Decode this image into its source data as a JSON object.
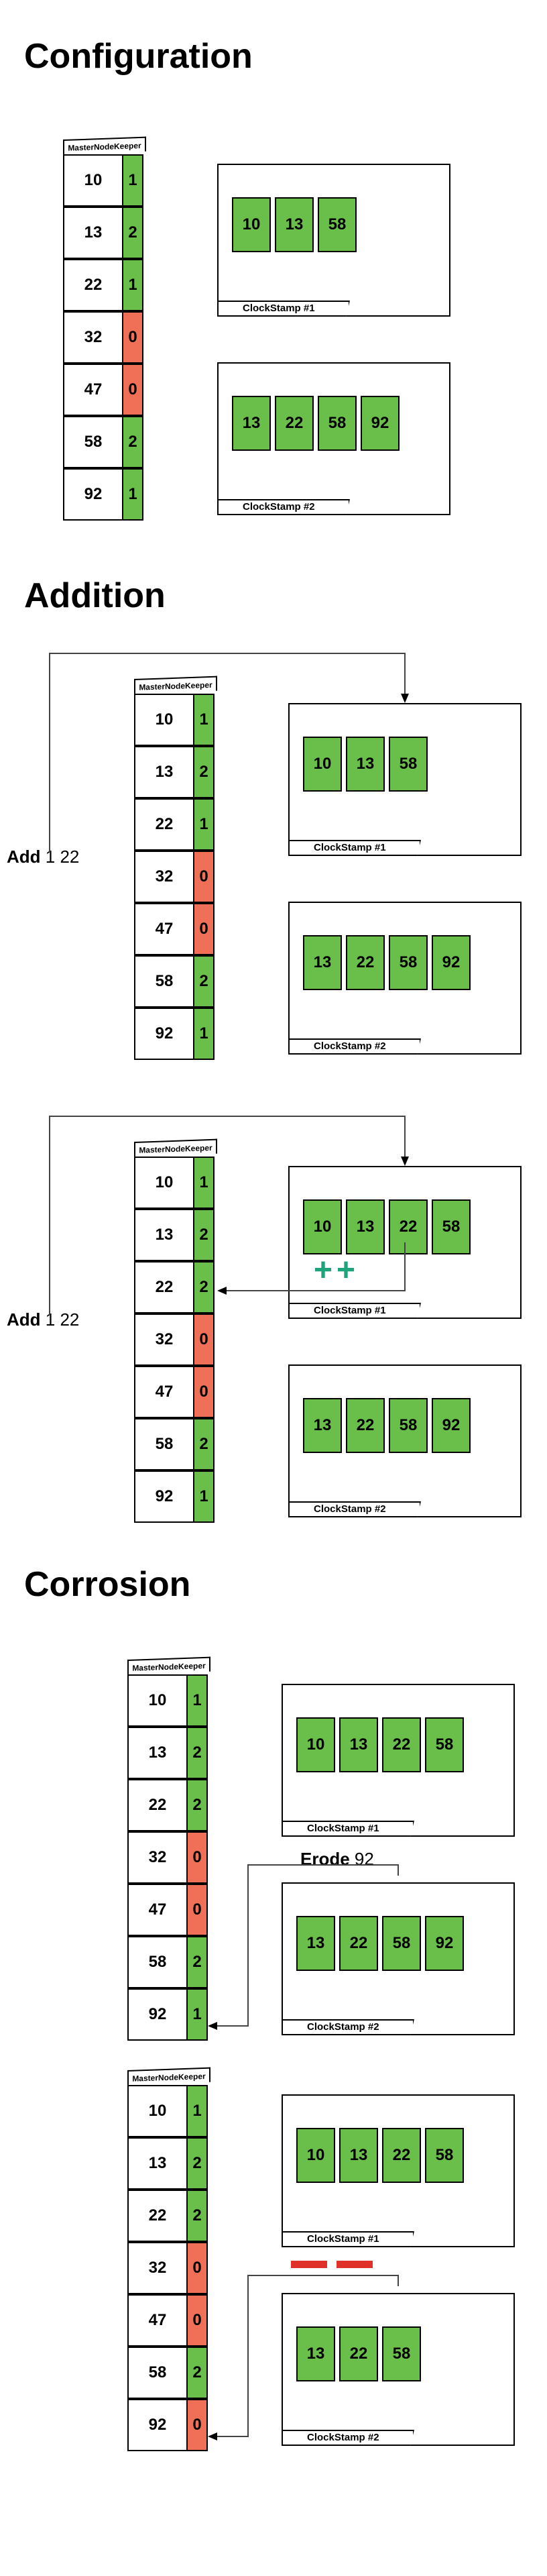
{
  "sections": {
    "configuration": "Configuration",
    "addition": "Addition",
    "corrosion": "Corrosion"
  },
  "keeper_label": "MasterNodeKeeper",
  "stamp_label_1": "ClockStamp #1",
  "stamp_label_2": "ClockStamp #2",
  "scenarios": [
    {
      "keeper": [
        {
          "value": "10",
          "count": "1",
          "color": "green"
        },
        {
          "value": "13",
          "count": "2",
          "color": "green"
        },
        {
          "value": "22",
          "count": "1",
          "color": "green"
        },
        {
          "value": "32",
          "count": "0",
          "color": "red"
        },
        {
          "value": "47",
          "count": "0",
          "color": "red"
        },
        {
          "value": "58",
          "count": "2",
          "color": "green"
        },
        {
          "value": "92",
          "count": "1",
          "color": "green"
        }
      ],
      "stamp1": [
        "10",
        "13",
        "58"
      ],
      "stamp2": [
        "13",
        "22",
        "58",
        "92"
      ]
    },
    {
      "op_keyword": "Add",
      "op_args": "1 22",
      "keeper": [
        {
          "value": "10",
          "count": "1",
          "color": "green"
        },
        {
          "value": "13",
          "count": "2",
          "color": "green"
        },
        {
          "value": "22",
          "count": "1",
          "color": "green"
        },
        {
          "value": "32",
          "count": "0",
          "color": "red"
        },
        {
          "value": "47",
          "count": "0",
          "color": "red"
        },
        {
          "value": "58",
          "count": "2",
          "color": "green"
        },
        {
          "value": "92",
          "count": "1",
          "color": "green"
        }
      ],
      "stamp1": [
        "10",
        "13",
        "58"
      ],
      "stamp2": [
        "13",
        "22",
        "58",
        "92"
      ]
    },
    {
      "op_keyword": "Add",
      "op_args": "1 22",
      "marker": "++",
      "keeper": [
        {
          "value": "10",
          "count": "1",
          "color": "green"
        },
        {
          "value": "13",
          "count": "2",
          "color": "green"
        },
        {
          "value": "22",
          "count": "2",
          "color": "green"
        },
        {
          "value": "32",
          "count": "0",
          "color": "red"
        },
        {
          "value": "47",
          "count": "0",
          "color": "red"
        },
        {
          "value": "58",
          "count": "2",
          "color": "green"
        },
        {
          "value": "92",
          "count": "1",
          "color": "green"
        }
      ],
      "stamp1": [
        "10",
        "13",
        "22",
        "58"
      ],
      "stamp2": [
        "13",
        "22",
        "58",
        "92"
      ]
    },
    {
      "op_keyword": "Erode",
      "op_args": "92",
      "keeper": [
        {
          "value": "10",
          "count": "1",
          "color": "green"
        },
        {
          "value": "13",
          "count": "2",
          "color": "green"
        },
        {
          "value": "22",
          "count": "2",
          "color": "green"
        },
        {
          "value": "32",
          "count": "0",
          "color": "red"
        },
        {
          "value": "47",
          "count": "0",
          "color": "red"
        },
        {
          "value": "58",
          "count": "2",
          "color": "green"
        },
        {
          "value": "92",
          "count": "1",
          "color": "green"
        }
      ],
      "stamp1": [
        "10",
        "13",
        "22",
        "58"
      ],
      "stamp2": [
        "13",
        "22",
        "58",
        "92"
      ]
    },
    {
      "keeper": [
        {
          "value": "10",
          "count": "1",
          "color": "green"
        },
        {
          "value": "13",
          "count": "2",
          "color": "green"
        },
        {
          "value": "22",
          "count": "2",
          "color": "green"
        },
        {
          "value": "32",
          "count": "0",
          "color": "red"
        },
        {
          "value": "47",
          "count": "0",
          "color": "red"
        },
        {
          "value": "58",
          "count": "2",
          "color": "green"
        },
        {
          "value": "92",
          "count": "0",
          "color": "red"
        }
      ],
      "stamp1": [
        "10",
        "13",
        "22",
        "58"
      ],
      "stamp2": [
        "13",
        "22",
        "58"
      ]
    }
  ],
  "colors": {
    "green": "#6abf4b",
    "red": "#f07057",
    "plus": "#1fa37a",
    "minus": "#e0302a"
  }
}
